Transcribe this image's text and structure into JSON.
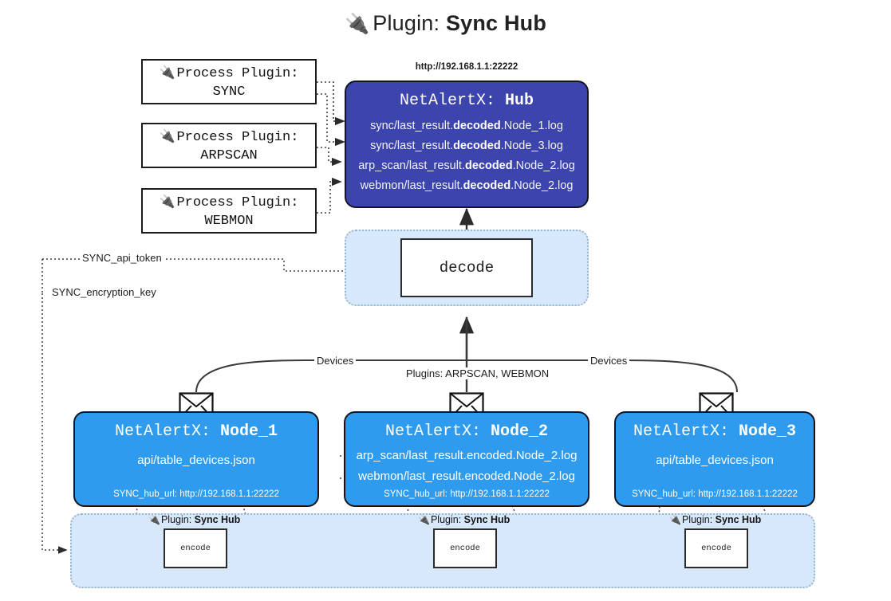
{
  "page": {
    "title_prefix": "Plugin:",
    "title_name": "Sync Hub",
    "plug_icon": "🔌"
  },
  "process_plugins": [
    {
      "line1": "Process Plugin:",
      "line2": "SYNC"
    },
    {
      "line1": "Process Plugin:",
      "line2": "ARPSCAN"
    },
    {
      "line1": "Process Plugin:",
      "line2": "WEBMON"
    }
  ],
  "hub": {
    "url_label": "http://192.168.1.1:22222",
    "title_prefix": "NetAlertX:",
    "title_name": "Hub",
    "loglines": [
      {
        "pre": "sync/last_result.",
        "mid": "decoded",
        "post": ".Node_1.log"
      },
      {
        "pre": "sync/last_result.",
        "mid": "decoded",
        "post": ".Node_3.log"
      },
      {
        "pre": "arp_scan/last_result.",
        "mid": "decoded",
        "post": ".Node_2.log"
      },
      {
        "pre": "webmon/last_result.",
        "mid": "decoded",
        "post": ".Node_2.log"
      }
    ]
  },
  "settings": {
    "api_token": "SYNC_api_token",
    "encryption_key": "SYNC_encryption_key"
  },
  "decode": {
    "label": "decode"
  },
  "edges": {
    "devices_left": "Devices",
    "devices_right": "Devices",
    "plugins_center": "Plugins: ARPSCAN, WEBMON"
  },
  "nodes": [
    {
      "title_prefix": "NetAlertX:",
      "title_name": "Node_1",
      "lines": [
        "api/table_devices.json"
      ],
      "footer": "SYNC_hub_url: http://192.168.1.1:22222"
    },
    {
      "title_prefix": "NetAlertX:",
      "title_name": "Node_2",
      "lines": [
        "arp_scan/last_result.encoded.Node_2.log",
        "webmon/last_result.encoded.Node_2.log"
      ],
      "footer": "SYNC_hub_url: http://192.168.1.1:22222"
    },
    {
      "title_prefix": "NetAlertX:",
      "title_name": "Node_3",
      "lines": [
        "api/table_devices.json"
      ],
      "footer": "SYNC_hub_url: http://192.168.1.1:22222"
    }
  ],
  "encoders": [
    {
      "tag_prefix": "Plugin:",
      "tag_name": "Sync Hub",
      "label": "encode"
    },
    {
      "tag_prefix": "Plugin:",
      "tag_name": "Sync Hub",
      "label": "encode"
    },
    {
      "tag_prefix": "Plugin:",
      "tag_name": "Sync Hub",
      "label": "encode"
    }
  ],
  "colors": {
    "hub_fill": "#3c44ae",
    "node_fill": "#2f9bef",
    "container_fill": "#d6e8fa",
    "stroke": "#15151f"
  }
}
